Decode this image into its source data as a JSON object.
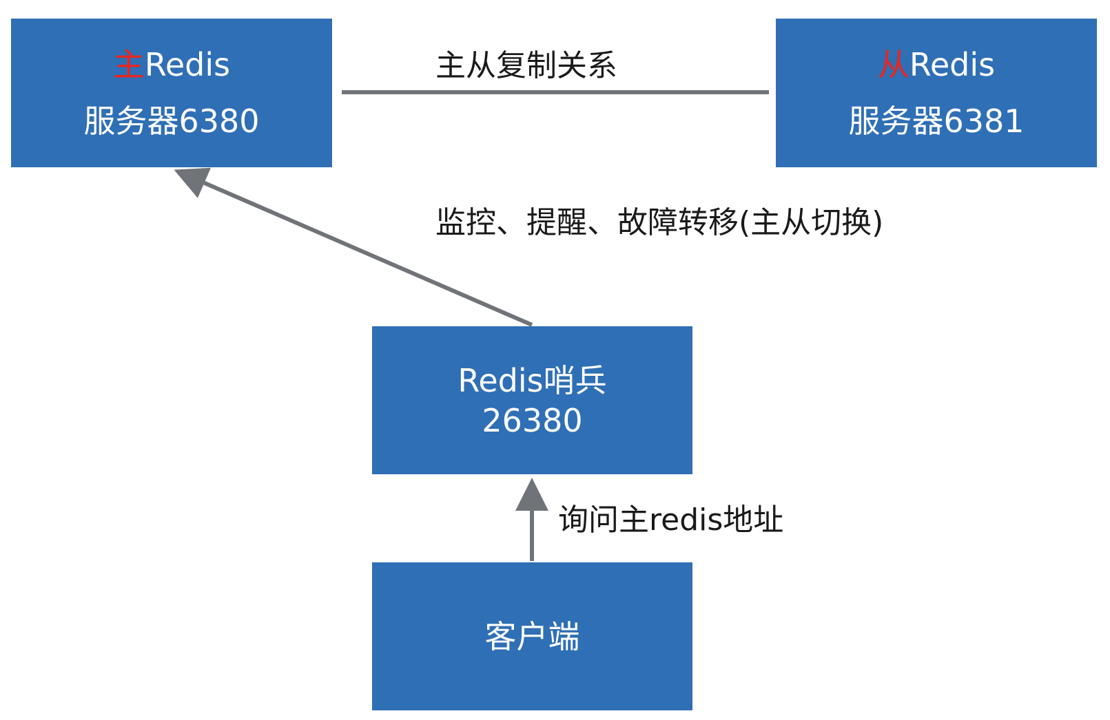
{
  "colors": {
    "box_fill": "#2f6fb5",
    "box_text": "#ffffff",
    "accent_red": "#e8261f",
    "connector": "#707478",
    "label_text": "#1a1a1a"
  },
  "master": {
    "prefix": "主",
    "name": "Redis",
    "subtitle": "服务器6380"
  },
  "slave": {
    "prefix": "从",
    "name": "Redis",
    "subtitle": "服务器6381"
  },
  "sentinel": {
    "line1": "Redis哨兵",
    "line2": "26380"
  },
  "client": {
    "label": "客户端"
  },
  "edges": {
    "replication": "主从复制关系",
    "monitor": "监控、提醒、故障转移(主从切换)",
    "query": "询问主redis地址"
  }
}
